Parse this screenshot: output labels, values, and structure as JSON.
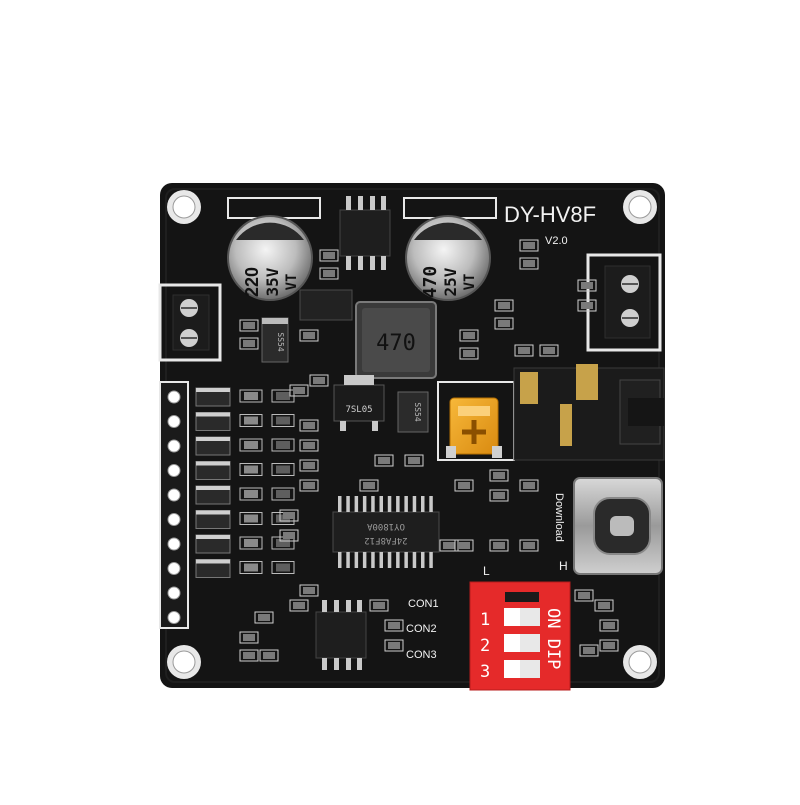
{
  "board": {
    "model": "DY-HV8F",
    "version": "V2.0",
    "colors": {
      "pcb": "#141414",
      "silkscreen": "#f2f2f2",
      "dip_switch": "#e52a2a",
      "potentiometer": "#f2a51f"
    }
  },
  "silkscreen": {
    "con1": "CON1",
    "con2": "CON2",
    "con3": "CON3",
    "download": "Download",
    "dl_l": "L",
    "dl_h": "H"
  },
  "dip_switch": {
    "on_dip": "ON DIP",
    "pin1": "1",
    "pin2": "2",
    "pin3": "3"
  },
  "components": {
    "cap_220_value": "220",
    "cap_220_voltage": "35V",
    "cap_220_series": "VT",
    "cap_470_value": "470",
    "cap_470_voltage": "25V",
    "cap_470_series": "VT",
    "inductor": "470",
    "regulator": "7SL05",
    "diode_ss": "SS54",
    "diode_ss2": "SS54",
    "main_ic": "OY1800A",
    "main_ic_code": "24FA8F12"
  }
}
